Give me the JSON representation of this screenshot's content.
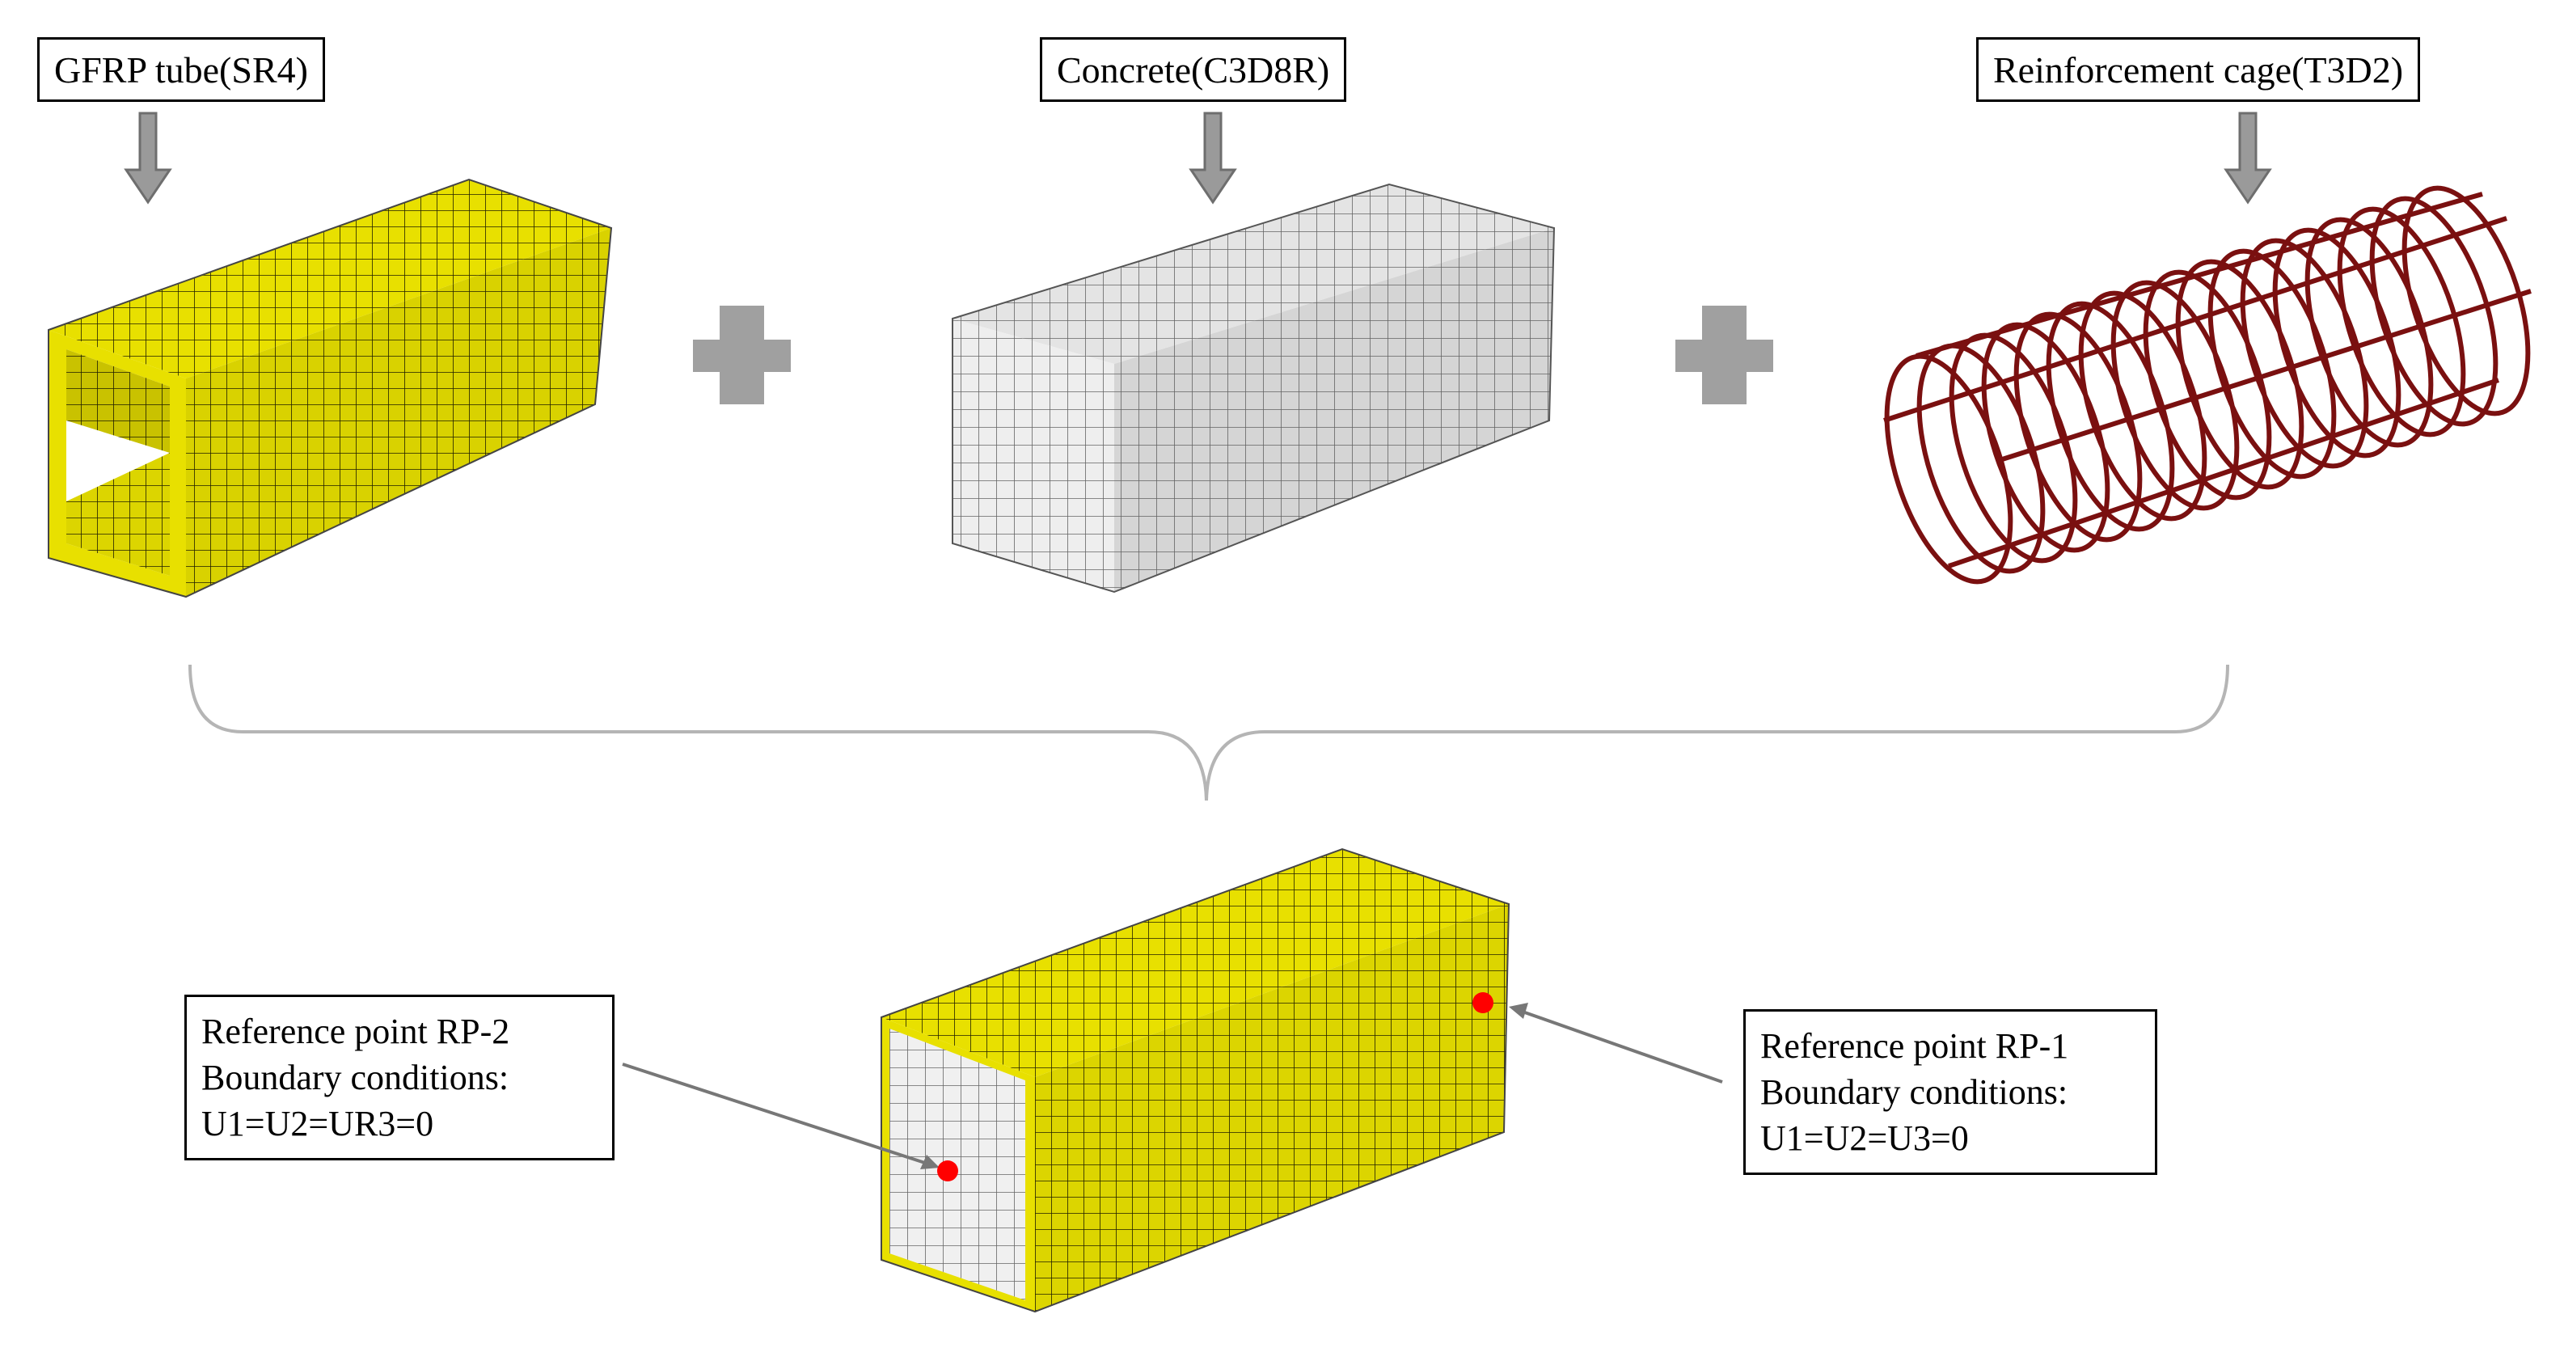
{
  "parts": {
    "gfrp": {
      "label": "GFRP tube(SR4)"
    },
    "concrete": {
      "label": "Concrete(C3D8R)"
    },
    "cage": {
      "label": "Reinforcement cage(T3D2)"
    }
  },
  "annotations": {
    "rp2": {
      "line1": "Reference point RP-2",
      "line2": "Boundary conditions:",
      "line3": "U1=U2=UR3=0"
    },
    "rp1": {
      "line1": "Reference point RP-1",
      "line2": "Boundary conditions:",
      "line3": "U1=U2=U3=0"
    }
  },
  "colors": {
    "gfrp": "#e8e000",
    "gfrp_dark": "#c9c200",
    "concrete": "#e4e4e4",
    "concrete_dark": "#cfcfcf",
    "rebar": "#7a1010",
    "arrow": "#9a9a9a",
    "reference_point": "#ff0000"
  }
}
